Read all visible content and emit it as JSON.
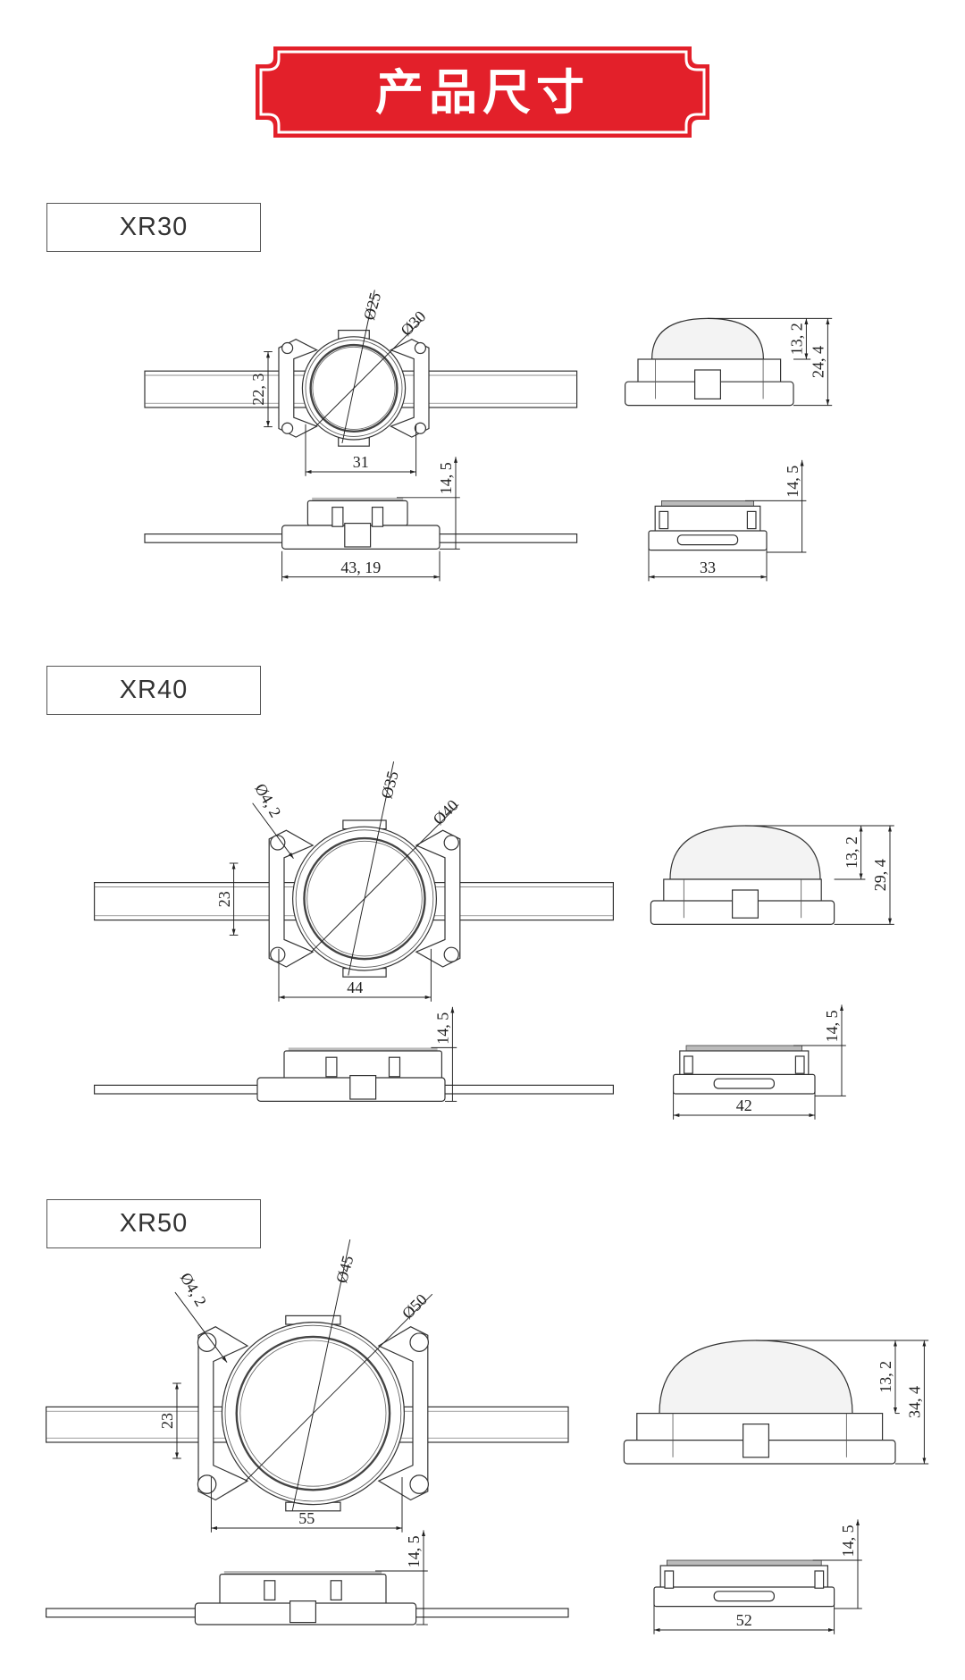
{
  "header": {
    "title": "产品尺寸",
    "color": "#e3202a"
  },
  "models": [
    {
      "name": "XR30",
      "dims": {
        "top_height": "22, 3",
        "top_width": "31",
        "inner_dia": "Ø25",
        "outer_dia": "Ø30",
        "front_height": "14, 5",
        "front_width": "43, 19",
        "dome_height": "13, 2",
        "total_height": "24, 4",
        "end_height": "14, 5",
        "end_width": "33"
      }
    },
    {
      "name": "XR40",
      "dims": {
        "hole_dia": "Ø4, 2",
        "top_height": "23",
        "top_width": "44",
        "inner_dia": "Ø35",
        "outer_dia": "Ø40",
        "front_height": "14, 5",
        "dome_height": "13, 2",
        "total_height": "29, 4",
        "end_height": "14, 5",
        "end_width": "42"
      }
    },
    {
      "name": "XR50",
      "dims": {
        "hole_dia": "Ø4, 2",
        "top_height": "23",
        "top_width": "55",
        "inner_dia": "Ø45",
        "outer_dia": "Ø50",
        "front_height": "14, 5",
        "dome_height": "13, 2",
        "total_height": "34, 4",
        "end_height": "14, 5",
        "end_width": "52"
      }
    }
  ]
}
